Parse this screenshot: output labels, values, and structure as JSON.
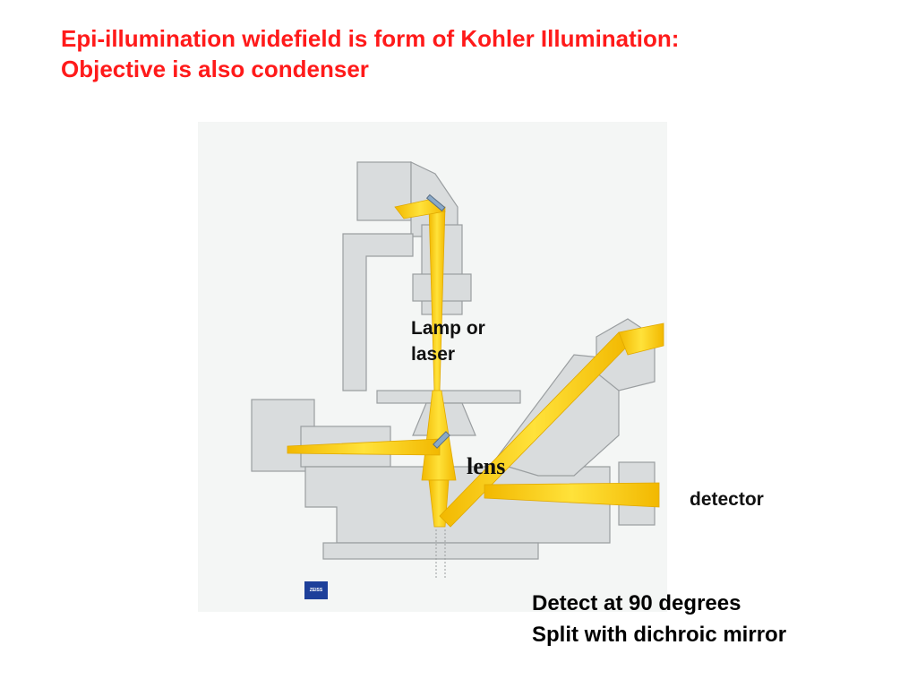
{
  "title": {
    "line1": "Epi-illumination widefield is form of Kohler Illumination:",
    "line2": "Objective is also condenser"
  },
  "labels": {
    "lamp_line1": "Lamp or",
    "lamp_line2": "laser",
    "lens": "lens",
    "detector": "detector"
  },
  "notes": {
    "line1": "Detect at 90 degrees",
    "line2": "Split with dichroic mirror"
  },
  "logo": {
    "text": "ZEISS",
    "color": "#1d3f9a"
  },
  "colors": {
    "title": "#ff1a1a",
    "beam": "#ffd200",
    "beam_edge": "#e0a800",
    "housing": "#d9dcdd",
    "housing_edge": "#9a9ea0"
  }
}
